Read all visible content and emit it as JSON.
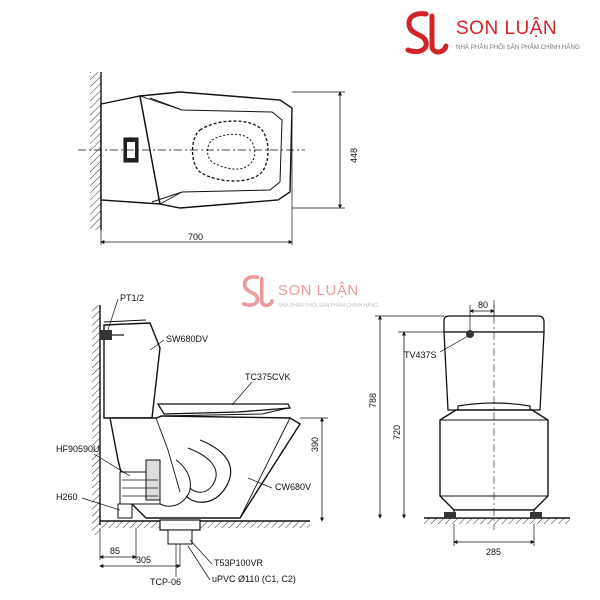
{
  "brand": {
    "name": "SON LUẬN",
    "tagline": "NHÀ PHÂN PHỐI SẢN PHẨM CHÍNH HÃNG",
    "color": "#d2232a"
  },
  "top_view": {
    "length": "700",
    "width": "448"
  },
  "side_view": {
    "labels": {
      "pt": "PT1/2",
      "tank": "SW680DV",
      "seat": "TC375CVK",
      "trap": "HF90590U",
      "bowl": "CW680V",
      "height_bolt": "H260",
      "flange": "T53P100VR",
      "tcp": "TCP-06",
      "pipe": "uPVC Ø110 (C1, C2)"
    },
    "dims": {
      "rough_in": "305",
      "offset": "85",
      "bowl_height": "390"
    }
  },
  "front_view": {
    "labels": {
      "valve": "TV437S"
    },
    "dims": {
      "top_width": "80",
      "base_width": "285",
      "total_height": "788",
      "seat_height": "720"
    }
  }
}
